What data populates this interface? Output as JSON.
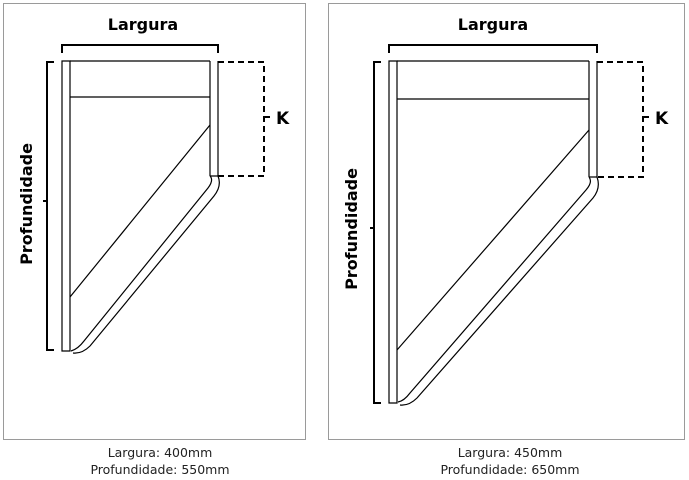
{
  "diagrams": [
    {
      "width_label": "Largura",
      "depth_label": "Profundidade",
      "k_label": "K",
      "caption_width": "Largura: 400mm",
      "caption_depth": "Profundidade: 550mm"
    },
    {
      "width_label": "Largura",
      "depth_label": "Profundidade",
      "k_label": "K",
      "caption_width": "Largura: 450mm",
      "caption_depth": "Profundidade: 650mm"
    }
  ],
  "colors": {
    "line": "#000000",
    "panel_border": "#9a9a9a"
  }
}
